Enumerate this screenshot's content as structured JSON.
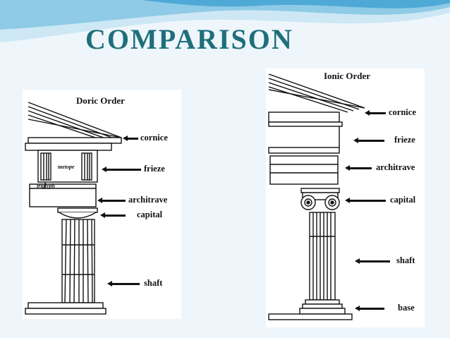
{
  "title": "COMPARISON",
  "colors": {
    "title": "#1f6f7a",
    "background": "#eef6fc",
    "line": "#111111"
  },
  "doric": {
    "heading": "Doric Order",
    "parts": [
      "cornice",
      "frieze",
      "architrave",
      "capital",
      "shaft"
    ],
    "sublabels": [
      "metope",
      "triglyph"
    ]
  },
  "ionic": {
    "heading": "Ionic Order",
    "parts": [
      "cornice",
      "frieze",
      "architrave",
      "capital",
      "shaft",
      "base"
    ]
  }
}
